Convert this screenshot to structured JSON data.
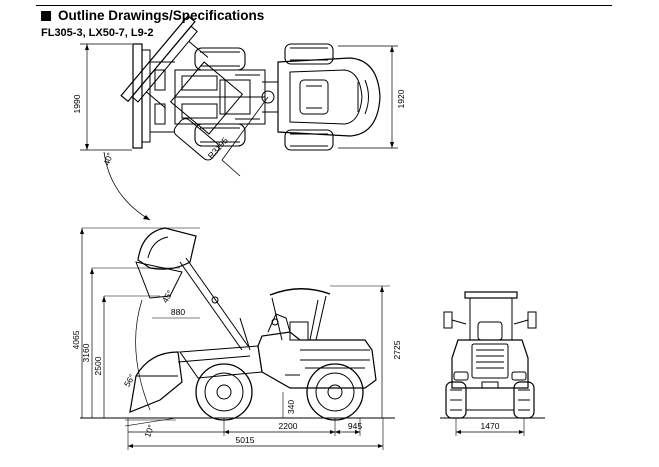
{
  "header": {
    "title": "Outline Drawings/Specifications",
    "models": "FL305-3, LX50-7, L9-2"
  },
  "dimensions": {
    "top_width": "1990",
    "top_width_right": "1920",
    "bucket_swing_angle": "40°",
    "turning_radius": "R3195",
    "total_height": "4065",
    "hinge_pin_height": "3160",
    "dump_clearance": "2500",
    "canopy_height": "2725",
    "dump_angle": "45°",
    "dump_reach": "880",
    "rollback_angle": "56°",
    "digging_angle": "10°",
    "wheelbase": "2200",
    "ground_clearance": "340",
    "rear_overhang": "945",
    "overall_length": "5015",
    "tread_width": "1470"
  }
}
